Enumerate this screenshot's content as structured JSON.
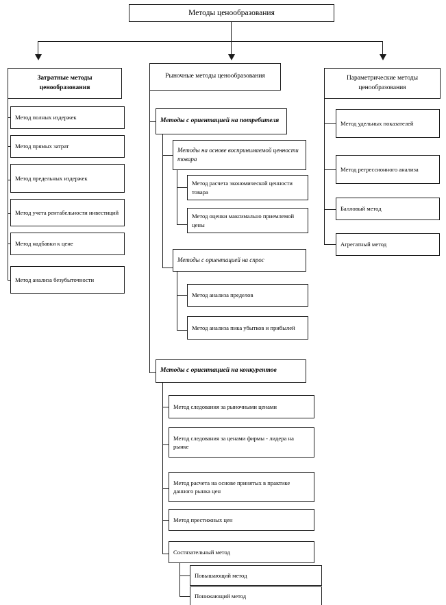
{
  "diagram": {
    "title": "Методы ценообразования",
    "root": {
      "label": "Методы ценообразования"
    },
    "branches": {
      "cost": {
        "header": "Затратные методы ценообразования",
        "items": [
          "Метод полных издержек",
          "Метод прямых затрат",
          "Метод предельных издержек",
          "Метод учета рентабельности инвестиций",
          "Метод надбавки к цене",
          "Метод анализа безубыточности"
        ]
      },
      "market": {
        "header": "Рыночные методы ценообразования",
        "groups": [
          {
            "label": "Методы с ориентацией на потребителя",
            "subgroups": [
              {
                "label": "Методы на основе воспринимаемой ценности товара",
                "items": [
                  "Метод расчета экономической ценности товара",
                  "Метод оценки максимально приемлемой цены"
                ]
              },
              {
                "label": "Методы с ориентацией на спрос",
                "items": [
                  "Метод анализа пределов",
                  "Метод анализа пика убытков и прибылей"
                ]
              }
            ]
          },
          {
            "label": "Методы с ориентацией на конкурентов",
            "items": [
              "Метод следования за рыночными ценами",
              "Метод следования за ценами фирмы - лидера на рынке",
              "Метод расчета на основе принятых в практике данного рынка цен",
              "Метод престижных цен",
              "Состязательный метод"
            ],
            "leaf_children": [
              "Повышающий метод",
              "Понижающий метод"
            ]
          }
        ]
      },
      "parametric": {
        "header": "Параметрические методы ценообразования",
        "items": [
          "Метод удельных показателей",
          "Метод регрессионного анализа",
          "Балловый метод",
          "Агрегатный метод"
        ]
      }
    },
    "colors": {
      "stroke": "#1a1a1a",
      "background": "#ffffff",
      "text": "#000000"
    }
  }
}
